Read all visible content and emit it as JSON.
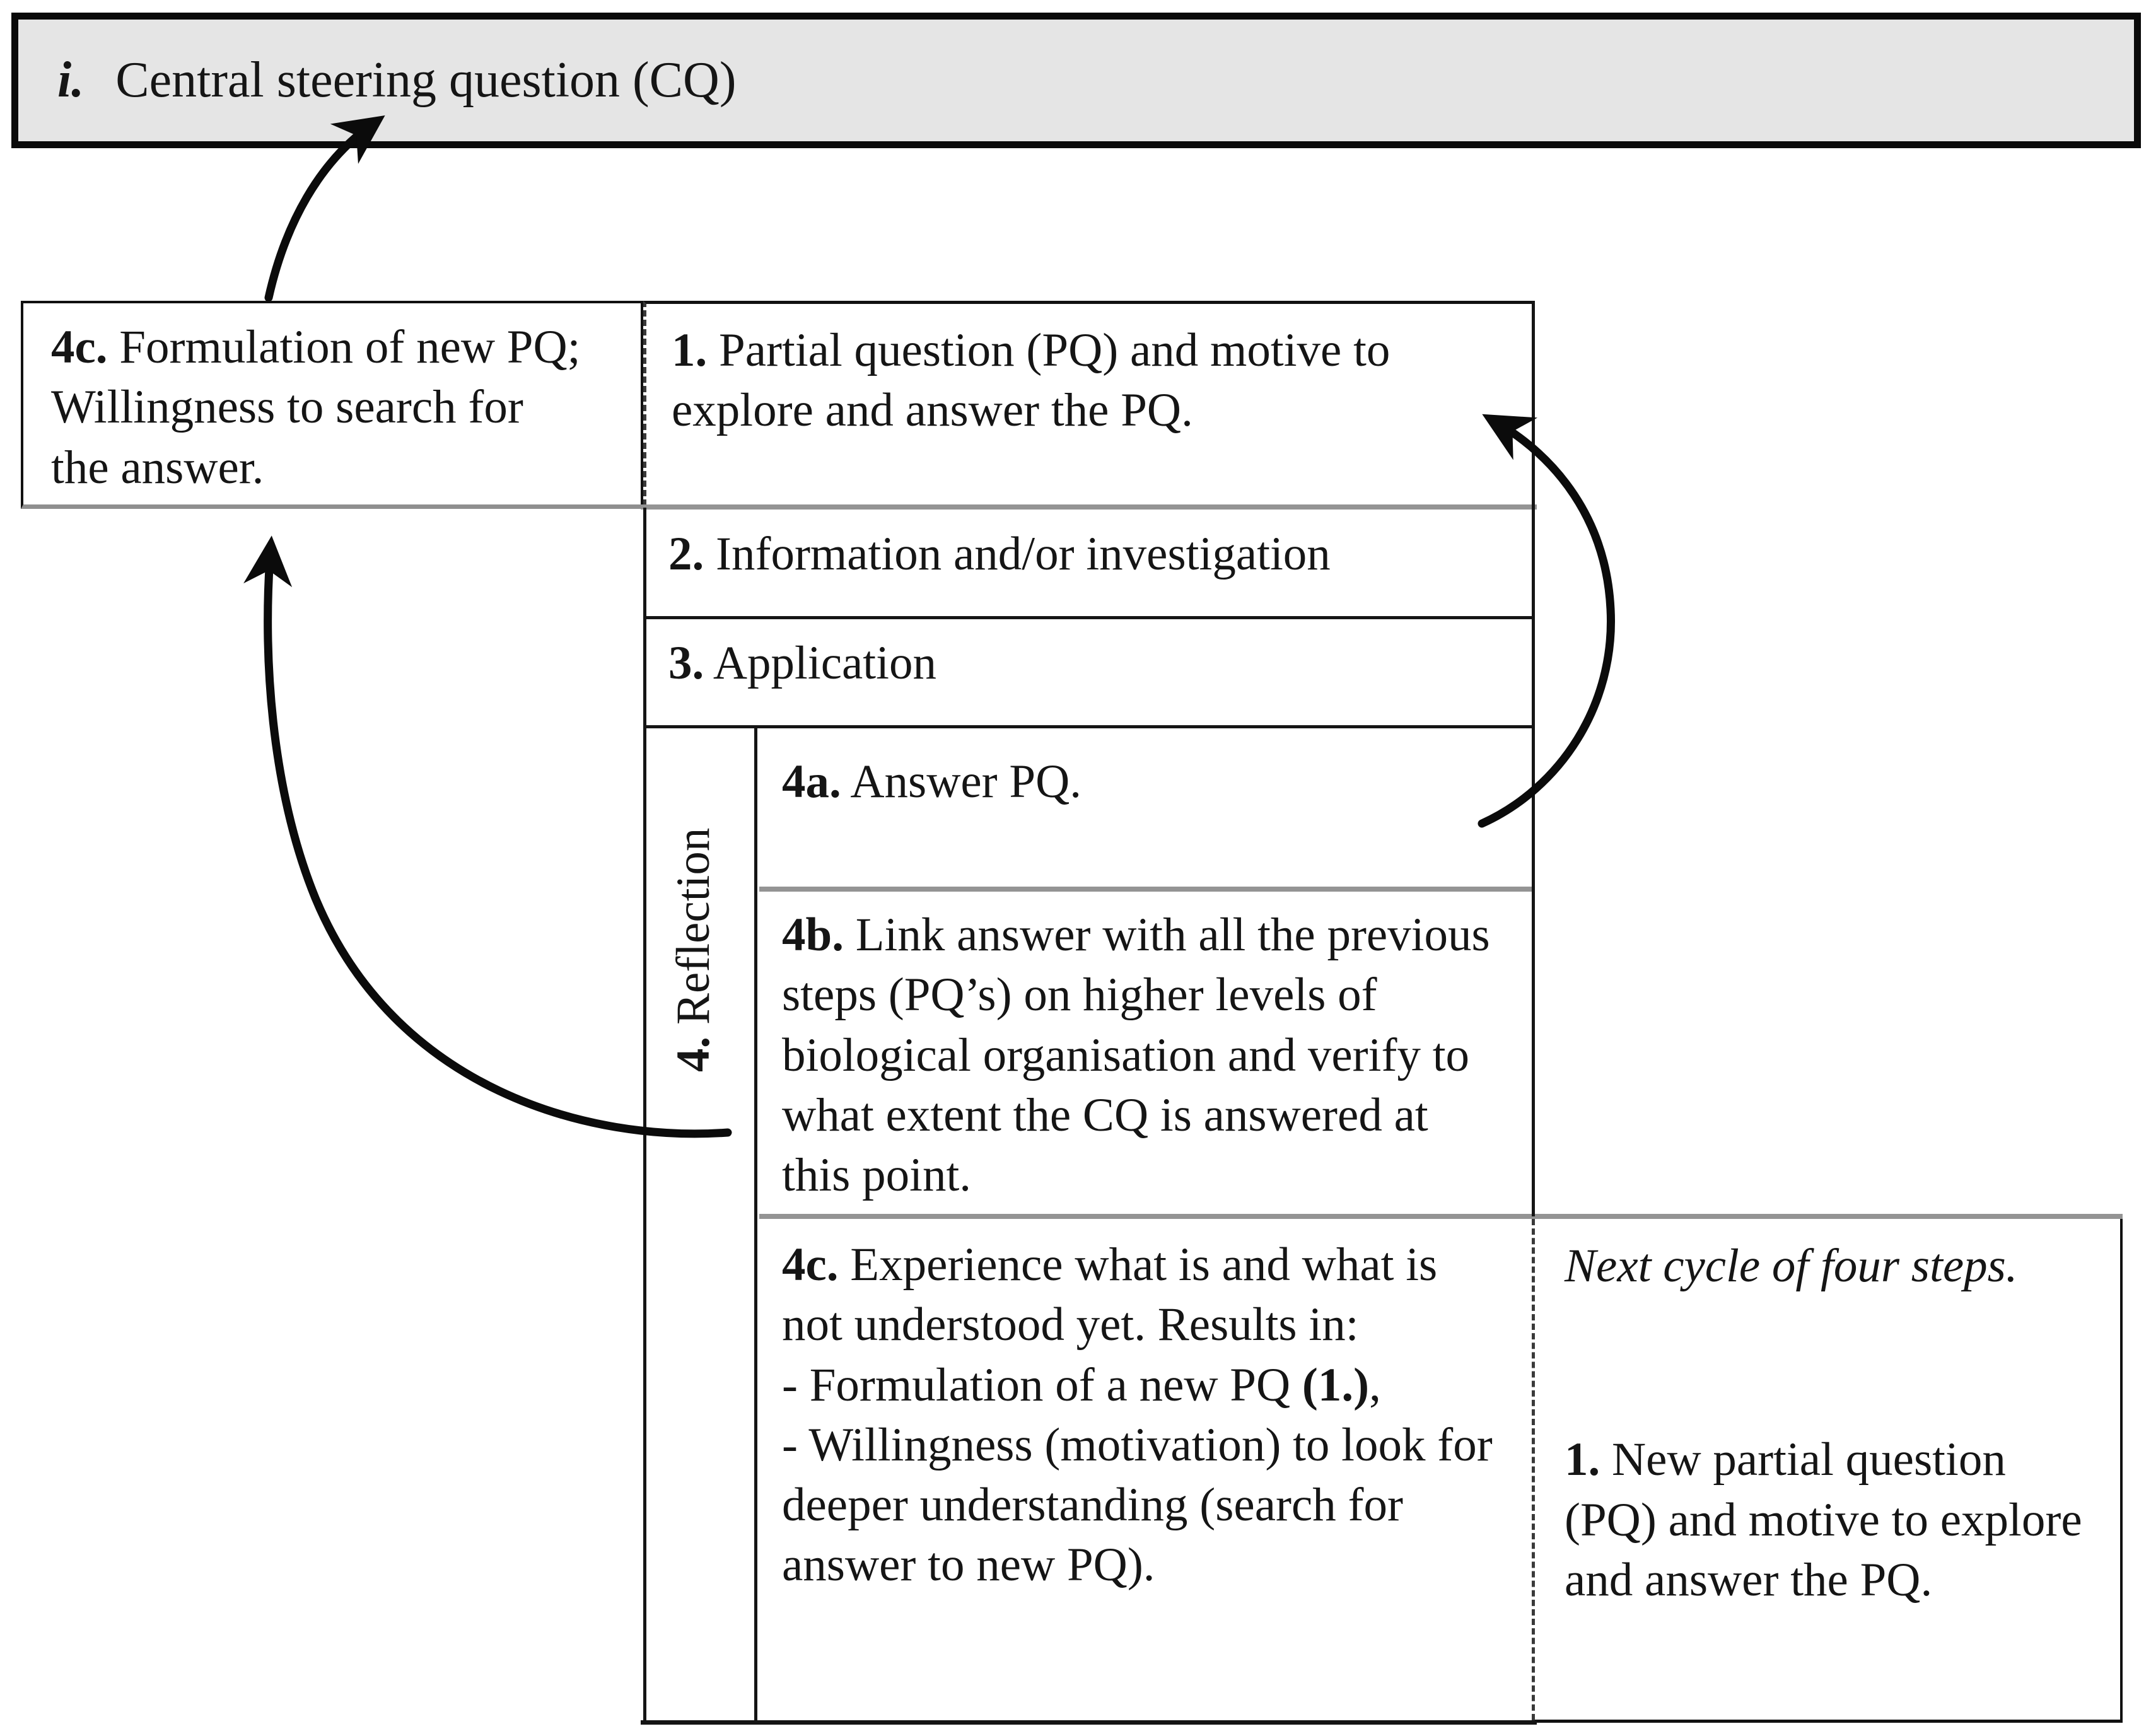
{
  "banner": {
    "prefix": "i.",
    "title": "Central steering question (CQ)"
  },
  "left_box": {
    "label": "4c.",
    "text": "Formulation of new PQ; Willingness to search for the answer."
  },
  "table": {
    "row1": {
      "label": "1.",
      "text": "Partial question (PQ) and motive to explore and answer the PQ."
    },
    "row2": {
      "label": "2.",
      "text": "Information and/or investigation"
    },
    "row3": {
      "label": "3.",
      "text": "Application"
    },
    "reflection": {
      "label": "4.",
      "text": "Reflection"
    },
    "row4a": {
      "label": "4a.",
      "text": "Answer PQ."
    },
    "row4b": {
      "label": "4b.",
      "text": "Link answer with all the previous steps (PQ’s) on higher levels of biological organisation and verify to what extent the CQ is answered at this point."
    },
    "row4c": {
      "label": "4c.",
      "intro": "Experience what is and what is not understood yet. Results in:",
      "item1_pre": "- Formulation of a new PQ ",
      "item1_bold": "(1.)",
      "item1_post": ",",
      "item2": "- Willingness (motivation) to look for deeper understanding (search for answer to new PQ)."
    }
  },
  "right_box": {
    "note": "Next cycle of four steps.",
    "label": "1.",
    "text": "New partial question (PQ) and motive to explore and answer the PQ."
  },
  "arrows": {
    "to_banner": "curved-arrow-from-4c-box-to-central-question-banner",
    "cycle_right": "curved-arrow-from-4a-to-partial-question",
    "to_left_box": "curved-arrow-from-4b-to-new-pq-box"
  },
  "colors": {
    "banner_bg": "#e5e5e5",
    "border_black": "#111111",
    "divider_gray": "#949494",
    "text": "#151515"
  }
}
